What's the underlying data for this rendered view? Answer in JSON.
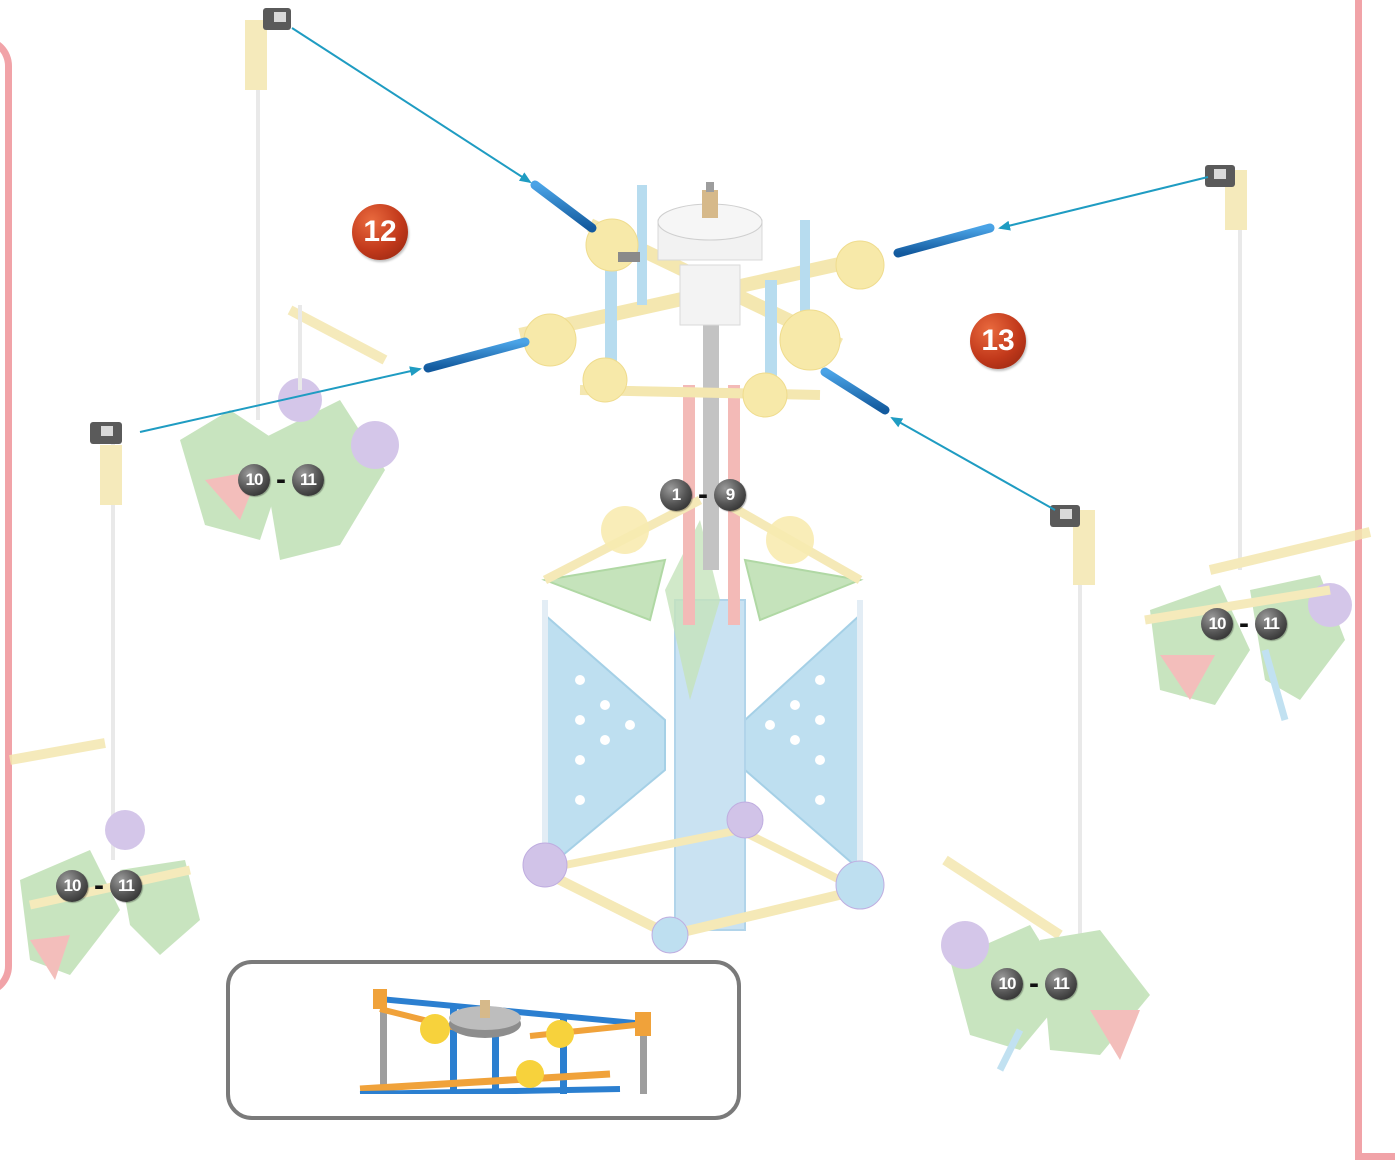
{
  "steps": {
    "step_a": "12",
    "step_b": "13"
  },
  "refs": [
    {
      "from": "10",
      "sep": "-",
      "to": "11"
    },
    {
      "from": "1",
      "sep": "-",
      "to": "9"
    },
    {
      "from": "10",
      "sep": "-",
      "to": "11"
    },
    {
      "from": "10",
      "sep": "-",
      "to": "11"
    },
    {
      "from": "10",
      "sep": "-",
      "to": "11"
    }
  ],
  "colors": {
    "frame": "#f1a3a8",
    "step_badge": "#c2391b",
    "arrow": "#1f9cc2",
    "rod_blue": "#1b73c4",
    "ghost_yellow": "#f4e7b0",
    "ghost_blue": "#b7dcef",
    "ghost_green": "#bfe0b4",
    "ghost_red": "#f2b3b0",
    "ghost_purple": "#cdbde6",
    "connector_gray": "#6d6d6d"
  },
  "icons": [
    "blue-rod-icon",
    "gray-clip-connector-icon",
    "assembly-arrow-icon"
  ]
}
